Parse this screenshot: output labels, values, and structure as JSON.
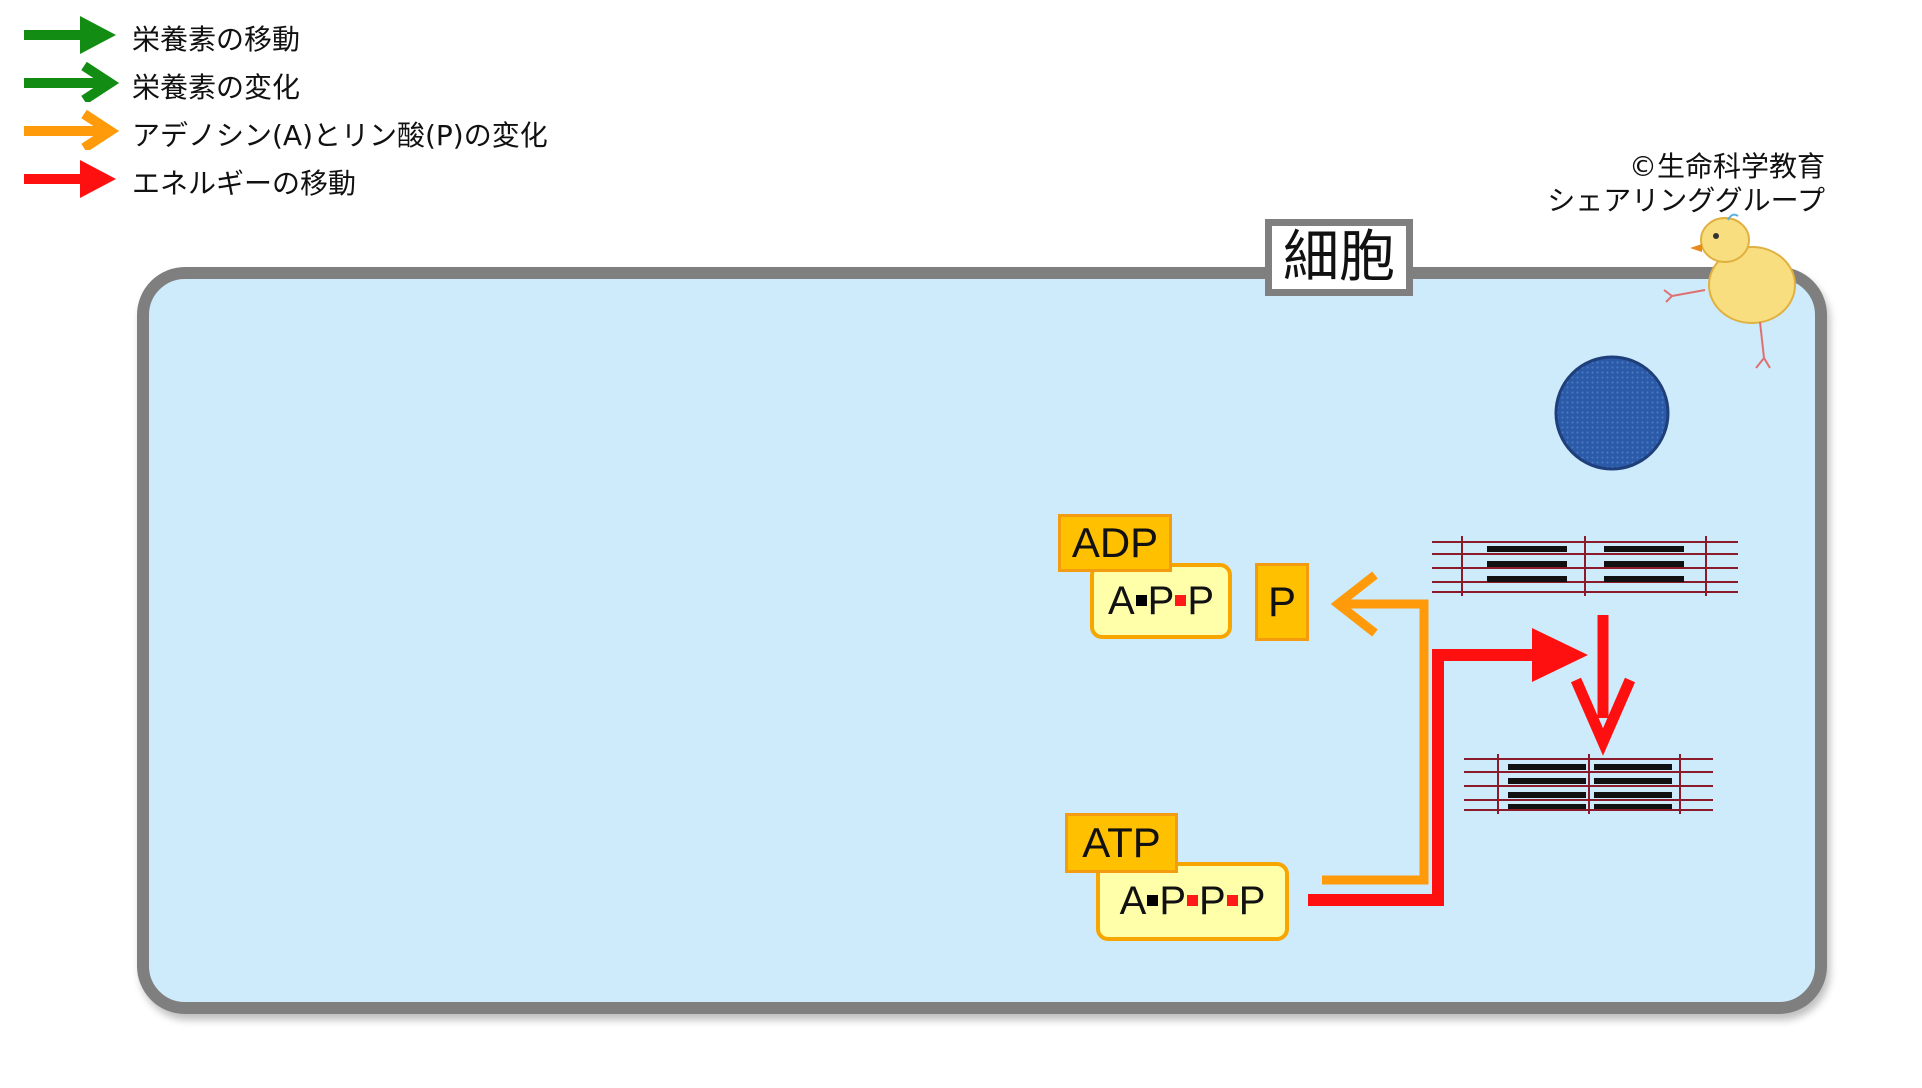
{
  "legend": [
    {
      "label": "栄養素の移動",
      "color": "#138c14"
    },
    {
      "label": "栄養素の変化",
      "color": "#138c14"
    },
    {
      "label": "アデノシン(A)とリン酸(P)の変化",
      "color": "#ff9a0a"
    },
    {
      "label": "エネルギーの移動",
      "color": "#ff1010"
    }
  ],
  "copyright": {
    "line1": "©生命科学教育",
    "line2": "シェアリンググループ"
  },
  "cell": {
    "label": "細胞"
  },
  "adp": {
    "tag": "ADP",
    "parts": [
      "A",
      "P",
      "P"
    ]
  },
  "phosphate": {
    "label": "P"
  },
  "atp": {
    "tag": "ATP",
    "parts": [
      "A",
      "P",
      "P",
      "P"
    ]
  },
  "colors": {
    "nutrient_arrow": "#138c14",
    "ap_arrow": "#ff9a0a",
    "energy_arrow": "#ff1010",
    "cell_fill": "#cdebfb",
    "cell_border": "#7f7f7f",
    "nucleus": "#2a5aa8",
    "muscle_line": "#8b1a2a"
  },
  "icons": {
    "nucleus": "nucleus-circle",
    "chick": "chick-mascot-icon",
    "muscle": "muscle-fiber-icon"
  }
}
